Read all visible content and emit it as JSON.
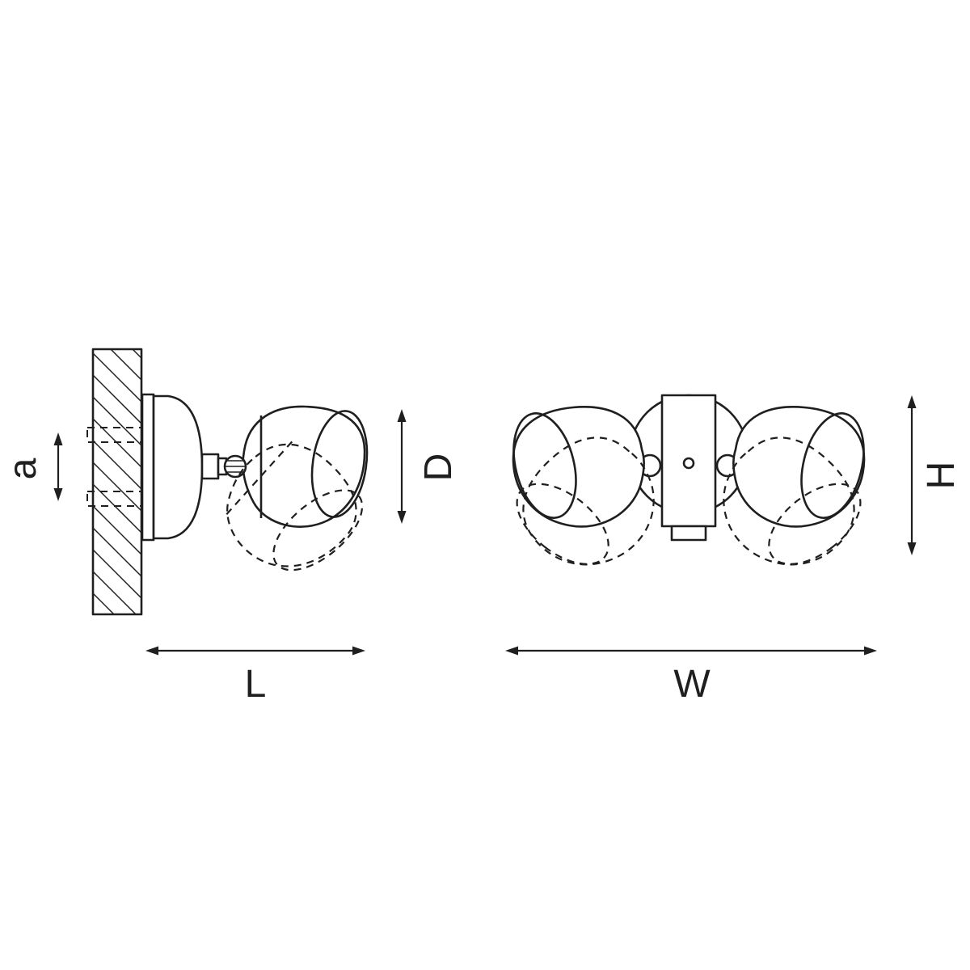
{
  "colors": {
    "line": "#1f1f1f",
    "background": "#ffffff"
  },
  "labels": {
    "a": "a",
    "D": "D",
    "L": "L",
    "H": "H",
    "W": "W"
  }
}
